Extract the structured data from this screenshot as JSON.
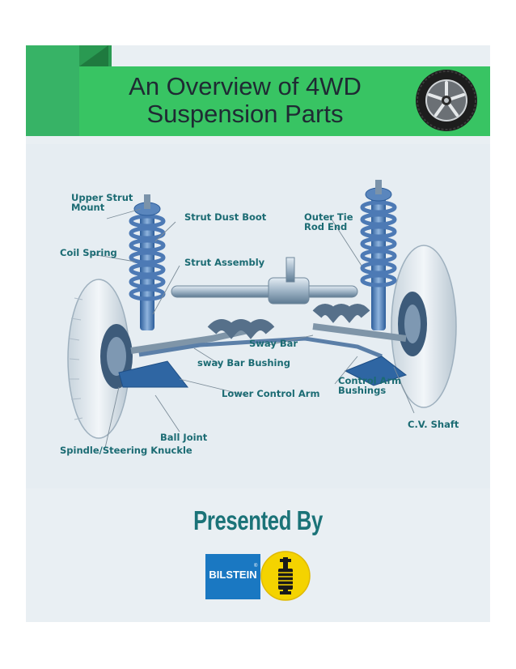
{
  "title": {
    "line1": "An Overview of 4WD",
    "line2": "Suspension Parts"
  },
  "labels": {
    "upper_strut_mount": "Upper Strut Mount",
    "strut_dust_boot": "Strut Dust Boot",
    "outer_tie_rod_end": "Outer Tie Rod End",
    "coil_spring": "Coil Spring",
    "strut_assembly": "Strut Assembly",
    "sway_bar": "Sway Bar",
    "sway_bar_bushing": "sway Bar Bushing",
    "control_arm_bushings": "Control Arm Bushings",
    "lower_control_arm": "Lower Control Arm",
    "cv_shaft": "C.V. Shaft",
    "ball_joint": "Ball Joint",
    "spindle_steering_knuckle": "Spindle/Steering Knuckle"
  },
  "footer": {
    "presented_by": "Presented By",
    "logo_text": "BILSTEIN",
    "logo_registered": "®"
  },
  "colors": {
    "banner_green": "#38c463",
    "label_teal": "#1b6b73",
    "brand_blue": "#1a78c2",
    "brand_yellow": "#f4d300"
  }
}
